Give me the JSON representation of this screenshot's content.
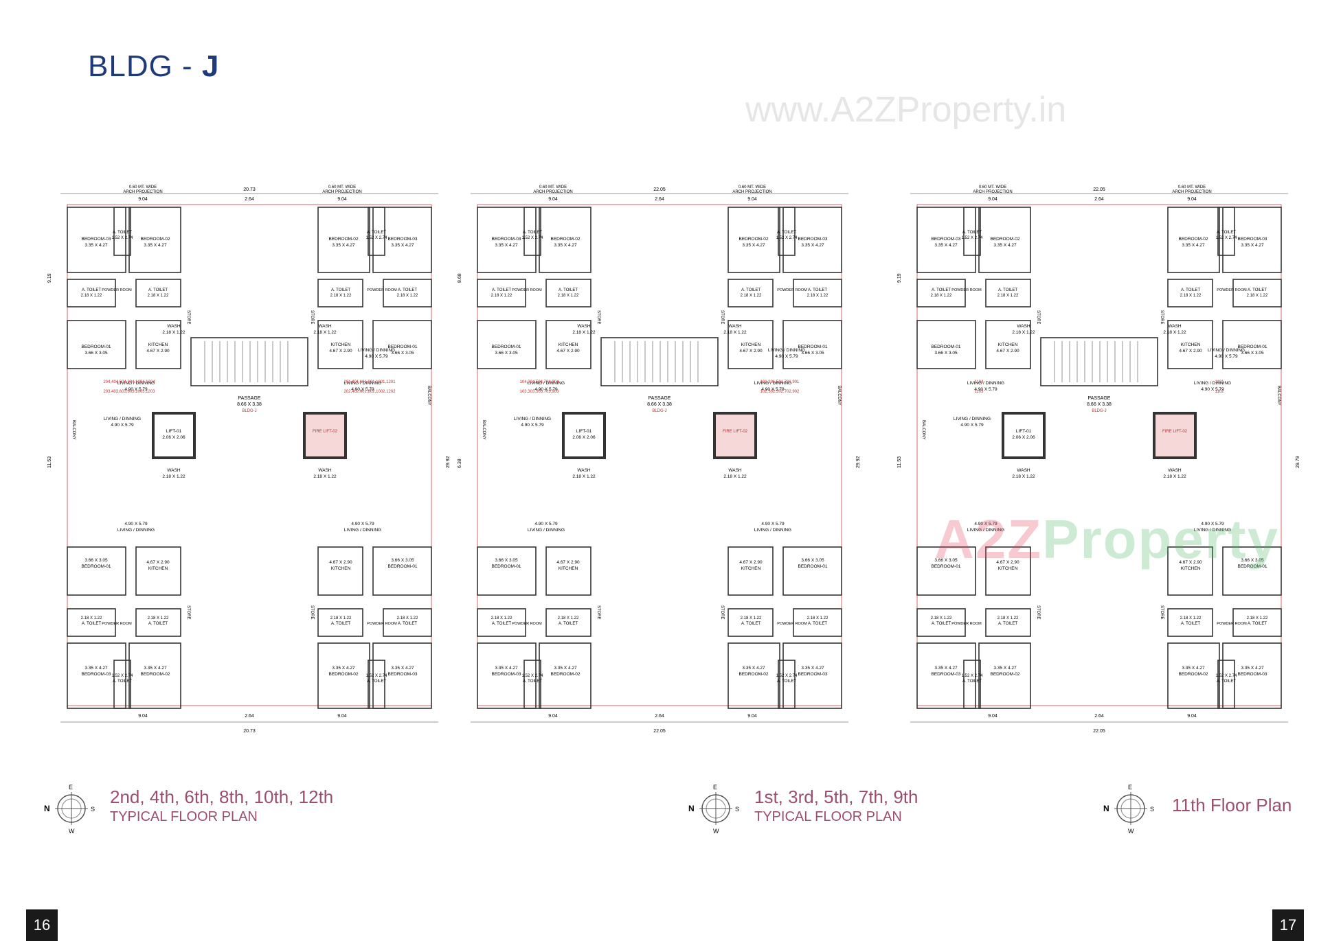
{
  "header": {
    "title_prefix": "BLDG - ",
    "title_suffix": "J",
    "watermark": "www.A2ZProperty.in"
  },
  "brand_watermark": {
    "a": "A2Z",
    "p": "Property"
  },
  "compass": {
    "n": "N",
    "e": "E",
    "s": "S",
    "w": "W"
  },
  "plans": [
    {
      "caption_floors": "2nd, 4th, 6th, 8th, 10th, 12th",
      "caption_type": "TYPICAL FLOOR PLAN",
      "dims": {
        "total": "20.73",
        "wing": "9.04",
        "core": "2.64",
        "proj": "0.60 MT. WIDE",
        "proj2": "ARCH PROJECTION",
        "v1": "9.19",
        "v2": "11.53",
        "v3": "29.92"
      },
      "rooms": {
        "bed3": "BEDROOM-03",
        "bed3d": "3.35 X 4.27",
        "bed2": "BEDROOM-02",
        "bed2d": "3.35 X 4.27",
        "bed1": "BEDROOM-01",
        "bed1d": "3.66 X 3.05",
        "toilet": "A. TOILET",
        "toiletd": "2.18 X 1.22",
        "toilet2d": "1.52 X 2.74",
        "powder": "POWDER ROOM",
        "kitchen": "KITCHEN",
        "kitchend": "4.67 X 2.90",
        "living": "LIVING / DINNING",
        "livingd": "4.90 X 5.79",
        "wash": "WASH",
        "washd": "2.18 X 1.22",
        "lift": "LIFT-01",
        "liftd": "2.06 X 2.06",
        "fire": "FIRE LIFT-02",
        "passage": "PASSAGE",
        "passaged": "8.66 X 3.38",
        "bldg": "BLDG-J",
        "balcony": "BALCONY",
        "store": "STORE",
        "flats_a": "204,404,604,804,1004,1204",
        "flats_b": "203,403,603,803,1003,1203",
        "flats_c": "201,401,601,801,1001,1201",
        "flats_d": "202,402,602,802,1002,1202"
      }
    },
    {
      "caption_floors": "1st, 3rd, 5th, 7th, 9th",
      "caption_type": "TYPICAL FLOOR PLAN",
      "dims": {
        "total": "22.05",
        "wing": "9.04",
        "core": "2.64",
        "proj": "0.60 MT. WIDE",
        "proj2": "ARCH PROJECTION",
        "v1": "8.68",
        "v2": "6.38",
        "v3": "29.92"
      },
      "rooms": {
        "bed3": "BEDROOM-03",
        "bed3d": "3.35 X 4.27",
        "bed2": "BEDROOM-02",
        "bed2d": "3.35 X 4.27",
        "bed1": "BEDROOM-01",
        "bed1d": "3.66 X 3.05",
        "toilet": "A. TOILET",
        "toiletd": "2.18 X 1.22",
        "toilet2d": "1.52 X 2.74",
        "powder": "POWDER ROOM",
        "kitchen": "KITCHEN",
        "kitchend": "4.67 X 2.90",
        "living": "LIVING / DINNING",
        "livingd": "4.90 X 5.79",
        "wash": "WASH",
        "washd": "2.18 X 1.22",
        "lift": "LIFT-01",
        "liftd": "2.06 X 2.06",
        "fire": "FIRE LIFT-02",
        "passage": "PASSAGE",
        "passaged": "8.66 X 3.38",
        "bldg": "BLDG-J",
        "balcony": "BALCONY",
        "store": "STORE",
        "flats_a": "104,304,504,704,904",
        "flats_b": "103,303,503,703,903",
        "flats_c": "101,301,501,701,901",
        "flats_d": "102,302,502,702,902"
      }
    },
    {
      "caption_floors": "11th Floor Plan",
      "caption_type": "",
      "dims": {
        "total": "22.05",
        "wing": "9.04",
        "core": "2.64",
        "proj": "0.60 MT. WIDE",
        "proj2": "ARCH PROJECTION",
        "v1": "9.19",
        "v2": "11.53",
        "v3": "29.79"
      },
      "rooms": {
        "bed3": "BEDROOM-03",
        "bed3d": "3.35 X 4.27",
        "bed2": "BEDROOM-02",
        "bed2d": "3.35 X 4.27",
        "bed1": "BEDROOM-01",
        "bed1d": "3.66 X 3.05",
        "toilet": "A. TOILET",
        "toiletd": "2.18 X 1.22",
        "toilet2d": "1.52 X 2.74",
        "powder": "POWDER ROOM",
        "kitchen": "KITCHEN",
        "kitchend": "4.67 X 2.90",
        "living": "LIVING / DINNING",
        "livingd": "4.90 X 5.79",
        "wash": "WASH",
        "washd": "2.18 X 1.22",
        "lift": "LIFT-01",
        "liftd": "2.06 X 2.06",
        "fire": "FIRE LIFT-02",
        "passage": "PASSAGE",
        "passaged": "8.66 X 3.38",
        "bldg": "BLDG-J",
        "balcony": "BALCONY",
        "store": "STORE",
        "flats_a": "1104",
        "flats_b": "1103",
        "flats_c": "1101",
        "flats_d": "1102"
      }
    }
  ],
  "pages": {
    "left": "16",
    "right": "17"
  }
}
